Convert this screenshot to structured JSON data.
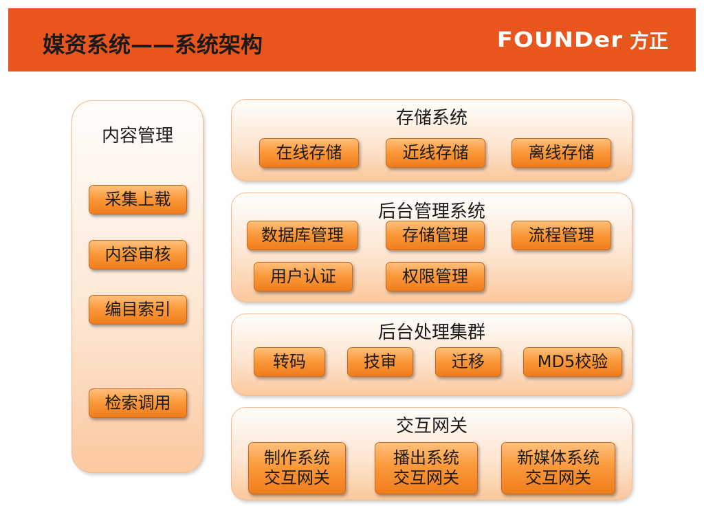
{
  "header": {
    "title": "媒资系统——系统架构",
    "logo_en": "FOUNDer",
    "logo_cn": "方正",
    "color": "#e8561e"
  },
  "content_management": {
    "title": "内容管理",
    "items": [
      "采集上载",
      "内容审核",
      "编目索引",
      "检索调用"
    ]
  },
  "storage_system": {
    "title": "存储系统",
    "items": [
      "在线存储",
      "近线存储",
      "离线存储"
    ]
  },
  "backend_management": {
    "title": "后台管理系统",
    "items": [
      "数据库管理",
      "存储管理",
      "流程管理",
      "用户认证",
      "权限管理"
    ]
  },
  "backend_cluster": {
    "title": "后台处理集群",
    "items": [
      "转码",
      "技审",
      "迁移",
      "MD5校验"
    ]
  },
  "gateway": {
    "title": "交互网关",
    "items": [
      "制作系统\n交互网关",
      "播出系统\n交互网关",
      "新媒体系统\n交互网关"
    ]
  },
  "colors": {
    "button_top": "#ffc07a",
    "button_bottom": "#f07d1c",
    "panel_border": "#f2b88f"
  }
}
